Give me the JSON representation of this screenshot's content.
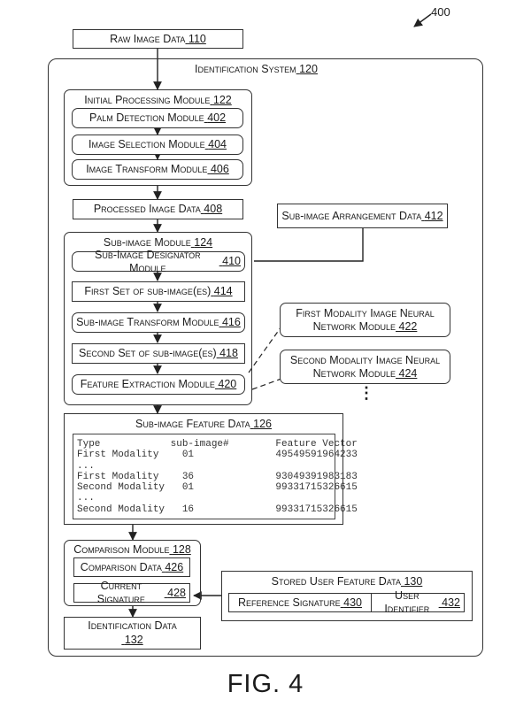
{
  "figure": {
    "ref_number": "400",
    "caption": "FIG. 4"
  },
  "raw_image": {
    "label": "Raw Image Data",
    "ref": "110"
  },
  "system": {
    "label": "Identification System",
    "ref": "120"
  },
  "initial_processing": {
    "label": "Initial Processing Module",
    "ref": "122",
    "items": [
      {
        "label": "Palm Detection Module",
        "ref": "402"
      },
      {
        "label": "Image Selection Module",
        "ref": "404"
      },
      {
        "label": "Image Transform Module",
        "ref": "406"
      }
    ]
  },
  "processed_image": {
    "label": "Processed Image Data",
    "ref": "408"
  },
  "subimage_arrangement": {
    "label": "Sub-image Arrangement Data",
    "ref": "412"
  },
  "subimage_module": {
    "label": "Sub-image Module",
    "ref": "124",
    "items": [
      {
        "label": "Sub-Image Designator Module",
        "ref": "410"
      },
      {
        "label": "First Set of sub-image(es)",
        "ref": "414"
      },
      {
        "label": "Sub-image Transform Module",
        "ref": "416"
      },
      {
        "label": "Second Set of sub-image(es)",
        "ref": "418"
      },
      {
        "label": "Feature Extraction Module",
        "ref": "420"
      }
    ]
  },
  "nn_first": {
    "line1": "First Modality Image Neural",
    "line2": "Network Module",
    "ref": "422"
  },
  "nn_second": {
    "line1": "Second Modality Image Neural",
    "line2": "Network Module",
    "ref": "424"
  },
  "ellipsis": "⋮",
  "feature_data": {
    "label": "Sub-image Feature Data",
    "ref": "126",
    "table": [
      "Type            sub-image#        Feature Vector",
      "First Modality    01              49549591964233",
      "...",
      "First Modality    36              93049391983183",
      "Second Modality   01              99331715326615",
      "...",
      "Second Modality   16              99331715326615"
    ]
  },
  "comparison": {
    "label": "Comparison Module",
    "ref": "128",
    "data": {
      "label": "Comparison Data",
      "ref": "426"
    },
    "signature": {
      "label": "Current Signature",
      "ref": "428"
    }
  },
  "stored_user": {
    "label": "Stored User Feature Data",
    "ref": "130",
    "reference": {
      "label": "Reference Signature",
      "ref": "430"
    },
    "identifier": {
      "label": "User Identifier",
      "ref": "432"
    }
  },
  "identification": {
    "label": "Identification Data",
    "ref": "132"
  }
}
